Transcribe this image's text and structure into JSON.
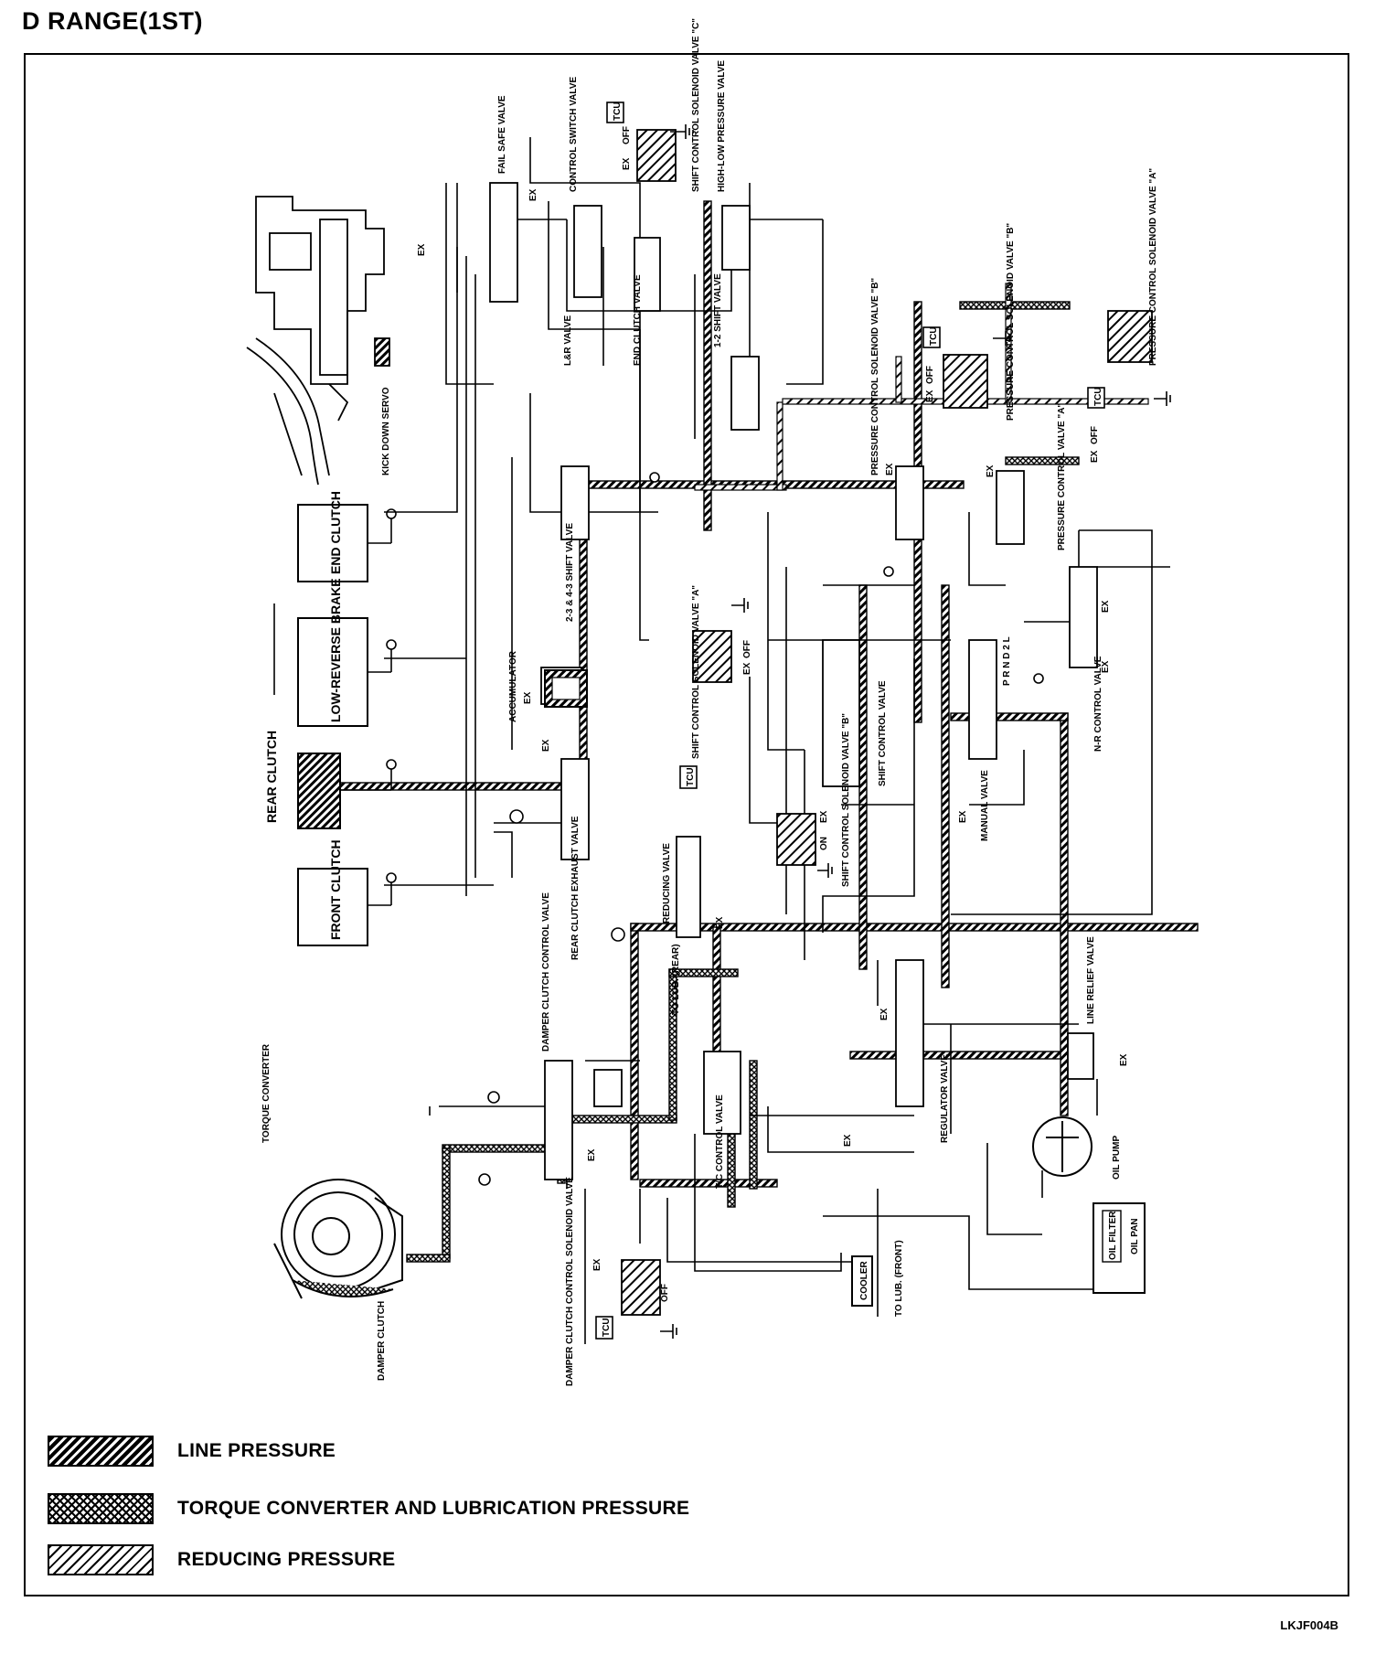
{
  "title": "D RANGE(1ST)",
  "figure_code": "LKJF004B",
  "legend": [
    {
      "label": "LINE PRESSURE",
      "pattern": "line"
    },
    {
      "label": "TORQUE CONVERTER AND LUBRICATION PRESSURE",
      "pattern": "tc"
    },
    {
      "label": "REDUCING PRESSURE",
      "pattern": "reducing"
    }
  ],
  "components": {
    "end_clutch": "END CLUTCH",
    "low_reverse_brake": "LOW-REVERSE BRAKE",
    "rear_clutch": "REAR CLUTCH",
    "front_clutch": "FRONT CLUTCH",
    "kick_down_servo": "KICK DOWN SERVO",
    "fail_safe_valve": "FAIL SAFE VALVE",
    "control_switch_valve": "CONTROL SWITCH VALVE",
    "shift_control_solenoid_valve_c": "SHIFT CONTROL SOLENOID VALVE \"C\"",
    "high_low_pressure_valve": "HIGH-LOW PRESSURE VALVE",
    "end_clutch_valve": "END CLUTCH VALVE",
    "lr_valve": "L&R VALVE",
    "shift_valve_1_2": "1-2 SHIFT VALVE",
    "pressure_control_solenoid_valve_b": "PRESSURE CONTROL SOLENOID VALVE \"B\"",
    "pressure_control_solenoid_valve_b2": "PRESSURE CONTROL SOLENOID VALVE \"B\"",
    "pressure_control_solenoid_valve_a": "PRESSURE CONTROL SOLENOID VALVE \"A\"",
    "pressure_control_valve_a": "PRESSURE CONTROL VALVE \"A\"",
    "shift_valve_2_3_4_3": "2-3 & 4-3 SHIFT VALVE",
    "accumulator": "ACCUMULATOR",
    "shift_control_solenoid_valve_a": "SHIFT CONTROL SOLENOID VALVE \"A\"",
    "shift_control_valve": "SHIFT CONTROL VALVE",
    "shift_control_solenoid_valve_b": "SHIFT CONTROL SOLENOID VALVE \"B\"",
    "nr_control_valve": "N-R CONTROL VALVE",
    "manual_valve": "MANUAL VALVE",
    "rear_clutch_exhaust_valve": "REAR CLUTCH EXHAUST VALVE",
    "reducing_valve": "REDUCING VALVE",
    "to_lub_rear": "TO LUB. (REAR)",
    "damper_clutch_control_valve": "DAMPER CLUTCH CONTROL VALVE",
    "line_relief_valve": "LINE RELIEF VALVE",
    "torque_converter": "TORQUE CONVERTER",
    "damper_clutch": "DAMPER CLUTCH",
    "tc_control_valve": "T/C CONTROL VALVE",
    "regulator_valve": "REGULATOR VALVE",
    "oil_pump": "OIL PUMP",
    "oil_filter": "OIL FILTER",
    "oil_pan": "OIL PAN",
    "cooler": "COOLER",
    "to_lub_front": "TO LUB. (FRONT)",
    "damper_clutch_control_solenoid_valve": "DAMPER CLUTCH CONTROL SOLENOID VALVE",
    "prnd21": "P R N D 2 L"
  },
  "tags": {
    "tcu": "TCU",
    "ex": "EX",
    "off": "OFF",
    "on": "ON"
  }
}
